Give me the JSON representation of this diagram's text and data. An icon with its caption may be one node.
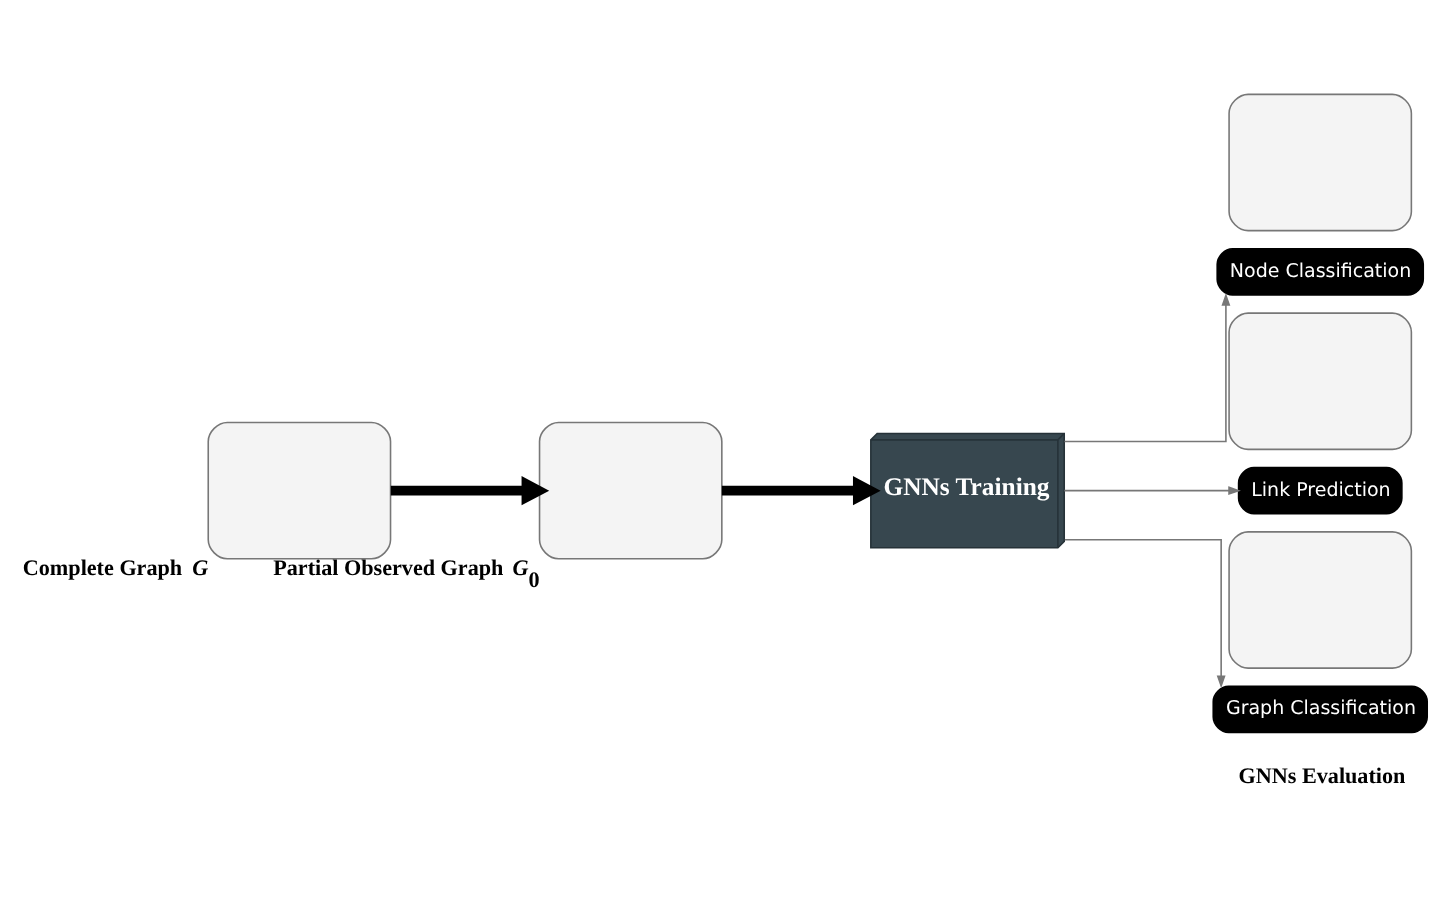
{
  "diagram": {
    "nodes": [
      {
        "text": [],
        "shape": "box",
        "beside": [
          "Complete Graph *G*"
        ]
      },
      {
        "text": [],
        "shape": "box",
        "beside": [
          "Partial Observed Graph *G*$_{0}$"
        ]
      },
      {
        "text": [
          "GNNs Training"
        ]
      },
      {
        "text": [],
        "shape": "box"
      },
      {
        "text": [
          "Node Classification"
        ]
      },
      {
        "text": [],
        "shape": "box"
      },
      {
        "text": [
          "Link Prediction"
        ]
      },
      {
        "text": [],
        "shape": "box"
      },
      {
        "text": [
          "Graph Classification"
        ]
      }
    ],
    "edges": [
      {
        "from": 0,
        "to": 1,
        "arrow": "to",
        "style": "thick",
        "color": "#000000"
      },
      {
        "from": 1,
        "to": 2,
        "arrow": "to",
        "style": "thick",
        "color": "#000000"
      },
      {
        "from": 2,
        "to": 4,
        "arrow": "to"
      },
      {
        "from": 2,
        "to": 6,
        "arrow": "to"
      },
      {
        "from": 2,
        "to": 8,
        "arrow": "to"
      }
    ],
    "labels": [
      "GNNs Evaluation"
    ]
  }
}
